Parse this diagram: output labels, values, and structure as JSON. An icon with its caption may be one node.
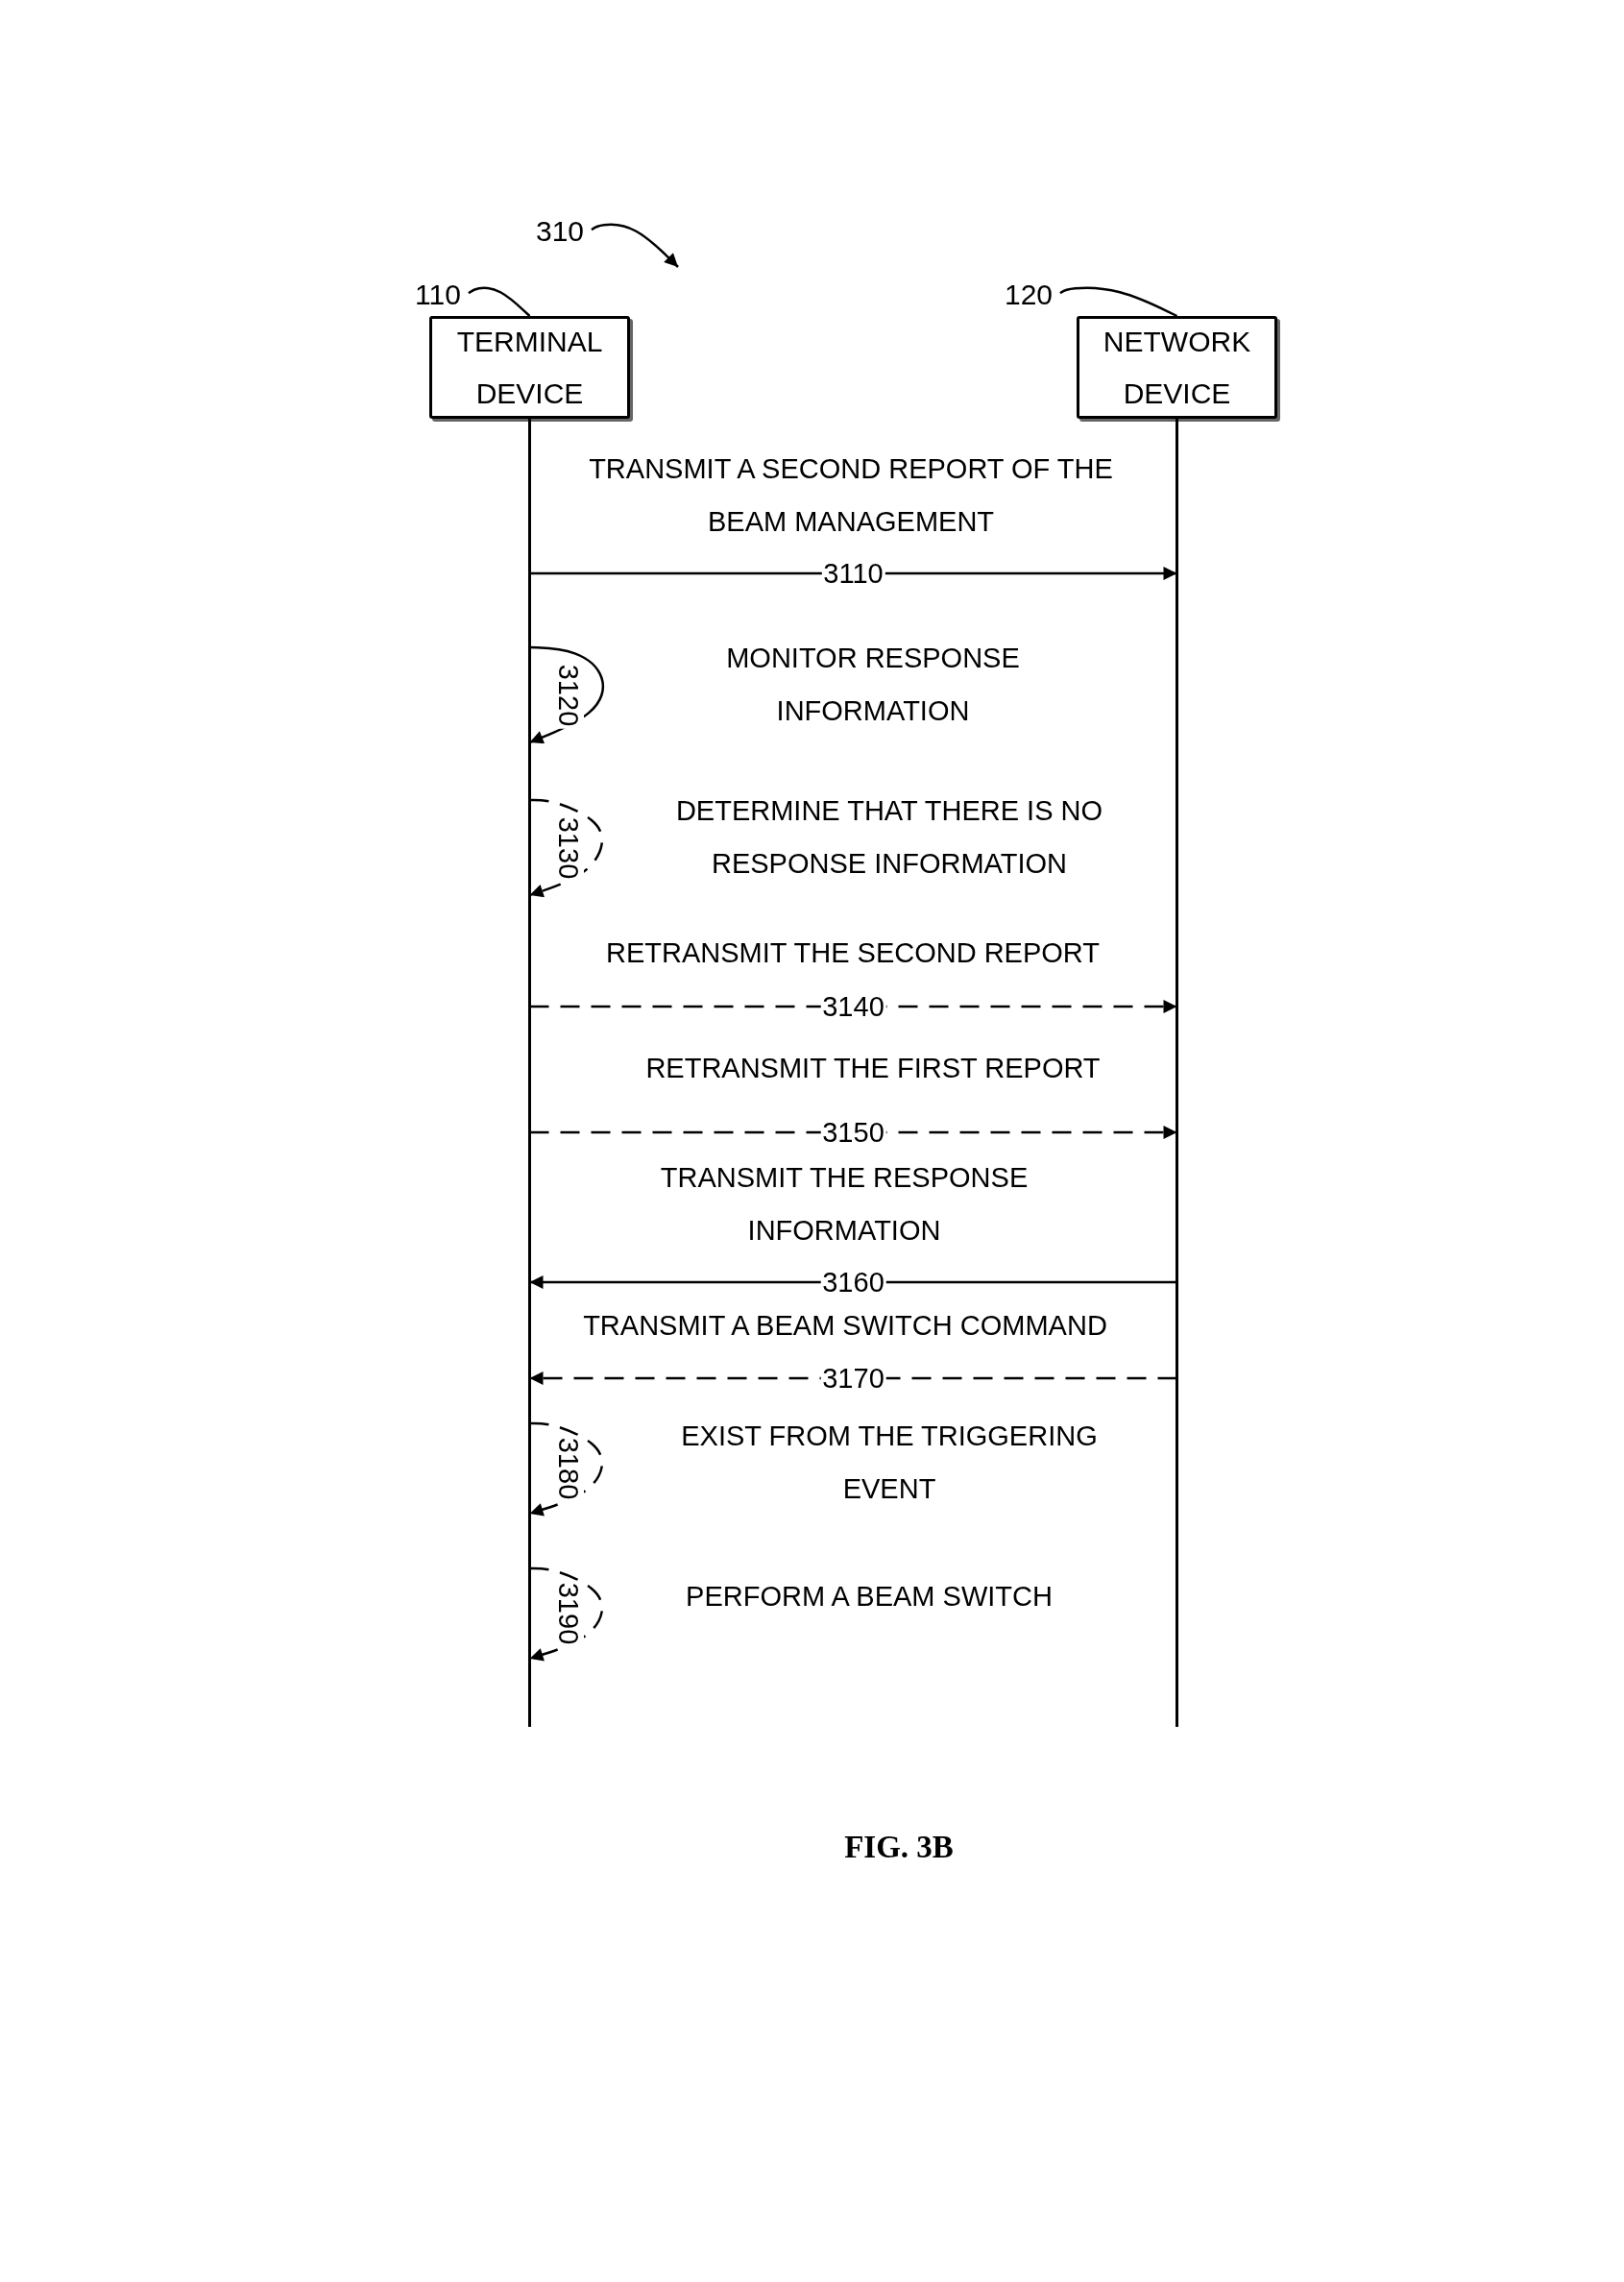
{
  "diagram": {
    "caption": "FIG. 3B",
    "nodes": [
      {
        "text": [
          "TERMINAL DEVICE"
        ]
      },
      {
        "text": [
          "NETWORK DEVICE"
        ]
      },
      {
        "text": [
          "110"
        ]
      },
      {
        "text": [
          "120"
        ]
      },
      {
        "text": [
          "310"
        ]
      },
      {
        "text": [],
        "shape": "line"
      },
      {
        "text": [],
        "shape": "line"
      }
    ],
    "edges": [
      {
        "from": 5,
        "to": 6,
        "arrow": "to",
        "label": "3110"
      },
      {
        "from": 5,
        "to": 5,
        "arrow": "to",
        "label": "3120"
      },
      {
        "from": 5,
        "to": 5,
        "arrow": "to",
        "label": "3130",
        "style": "dashed"
      },
      {
        "from": 5,
        "to": 6,
        "arrow": "to",
        "label": "3140",
        "style": "dashed"
      },
      {
        "from": 5,
        "to": 6,
        "arrow": "to",
        "label": "3150",
        "style": "dashed"
      },
      {
        "from": 6,
        "to": 5,
        "arrow": "to",
        "label": "3160"
      },
      {
        "from": 6,
        "to": 5,
        "arrow": "to",
        "label": "3170",
        "style": "dashed"
      },
      {
        "from": 5,
        "to": 5,
        "arrow": "to",
        "label": "3180",
        "style": "dashed"
      },
      {
        "from": 5,
        "to": 5,
        "arrow": "to",
        "label": "3190",
        "style": "dashed"
      },
      {
        "from": 2,
        "to": 0,
        "arrow": "none"
      },
      {
        "from": 3,
        "to": 1,
        "arrow": "none"
      },
      {
        "from": 4,
        "to": null,
        "arrow": "to"
      }
    ],
    "labels": [
      "TRANSMIT A SECOND REPORT OF THE BEAM MANAGEMENT",
      "MONITOR RESPONSE INFORMATION",
      "DETERMINE THAT THERE IS NO RESPONSE INFORMATION",
      "RETRANSMIT THE SECOND REPORT",
      "RETRANSMIT THE FIRST REPORT",
      "TRANSMIT THE RESPONSE INFORMATION",
      "TRANSMIT A BEAM SWITCH COMMAND",
      "EXIST FROM THE TRIGGERING EVENT",
      "PERFORM A BEAM SWITCH"
    ]
  }
}
